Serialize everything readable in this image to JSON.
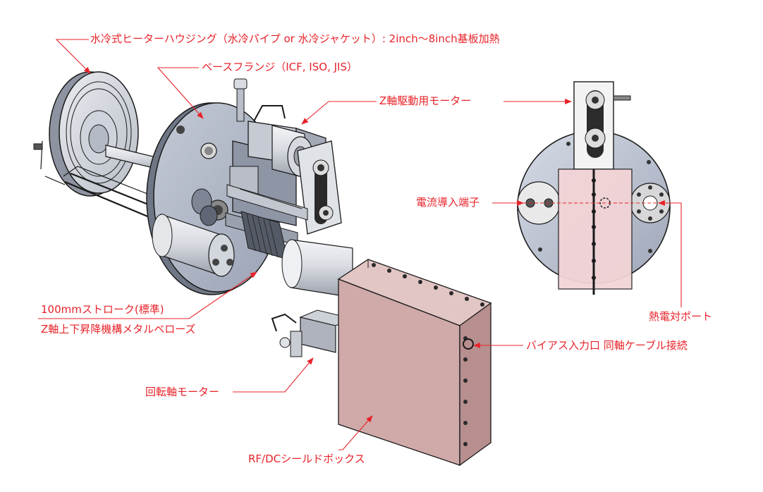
{
  "diagram": {
    "callouts": {
      "heater_housing": "水冷式ヒーターハウジング（水冷パイプ or 水冷ジャケット）: 2inch〜8inch基板加熱",
      "base_flange": "ベースフランジ（ICF, ISO, JIS）",
      "z_motor": "Z軸駆動用モーター",
      "current_terminal": "電流導入端子",
      "stroke": "100mmストローク(標準)",
      "bellows": "Z軸上下昇降機構メタルベローズ",
      "thermocouple_port": "熱電対ポート",
      "bias_input": "バイアス入力口 同軸ケーブル接続",
      "rotation_motor": "回転軸モーター",
      "shield_box": "RF/DCシールドボックス"
    },
    "colors": {
      "callout": "#e8232a",
      "metal": "#c9cdd6",
      "flange": "#aeb6c7",
      "box_face": "#cfaaa9",
      "box_side": "#b78f8e",
      "box_top": "#e2c6c4",
      "shield_panel": "#f2d4d6",
      "line": "#1a1a1a"
    }
  }
}
